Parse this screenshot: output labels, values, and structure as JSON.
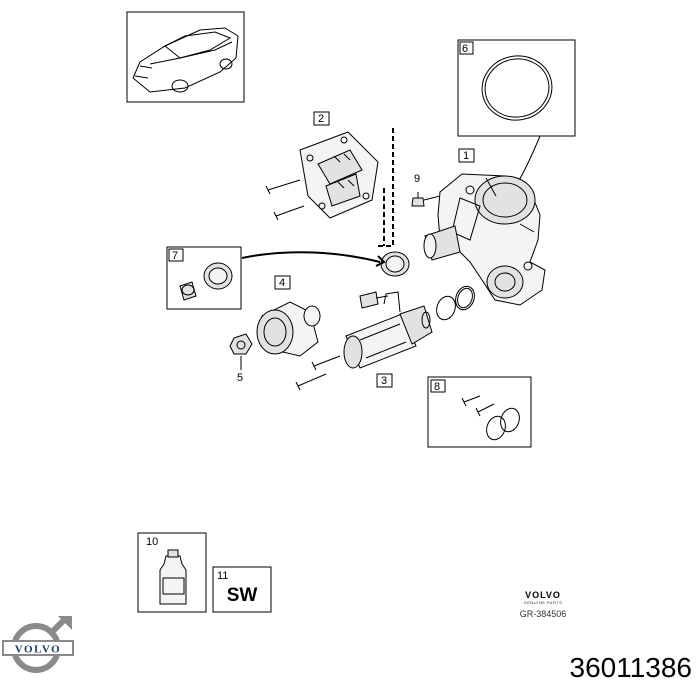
{
  "callouts": {
    "c1": "1",
    "c2": "2",
    "c3": "3",
    "c4": "4",
    "c5": "5",
    "c6": "6",
    "c7": "7",
    "c8": "8",
    "c9": "9",
    "c10": "10",
    "c11": "11"
  },
  "sw_label": "SW",
  "brand": {
    "wordmark": "VOLVO",
    "subline": "GENUINE PARTS",
    "reference": "GR-384506",
    "logo_text": "VOLVO"
  },
  "part_number": "36011386"
}
